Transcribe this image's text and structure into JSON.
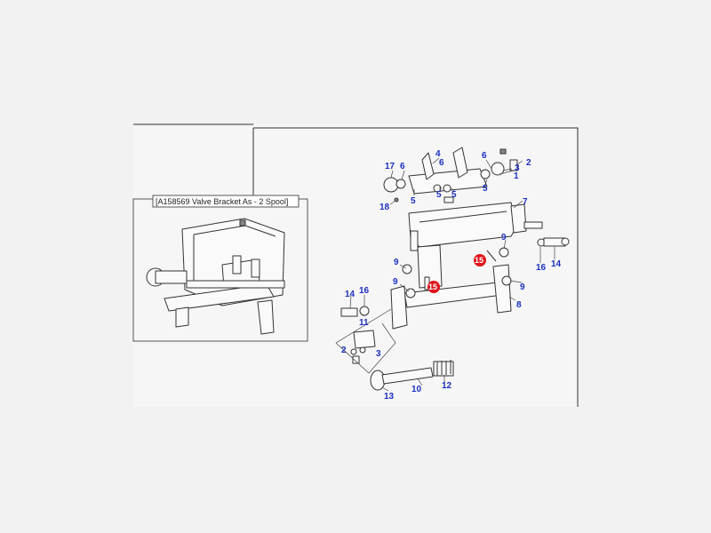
{
  "inset": {
    "caption": "[A158569 Valve Bracket As - 2 Spool]"
  },
  "callouts": [
    {
      "id": "c1",
      "label": "17"
    },
    {
      "id": "c2",
      "label": "6"
    },
    {
      "id": "c3",
      "label": "4"
    },
    {
      "id": "c4",
      "label": "6"
    },
    {
      "id": "c5",
      "label": "6"
    },
    {
      "id": "c6",
      "label": "2"
    },
    {
      "id": "c7",
      "label": "3"
    },
    {
      "id": "c8",
      "label": "1"
    },
    {
      "id": "c9",
      "label": "5"
    },
    {
      "id": "c10",
      "label": "5"
    },
    {
      "id": "c11",
      "label": "5"
    },
    {
      "id": "c12",
      "label": "5"
    },
    {
      "id": "c13",
      "label": "18"
    },
    {
      "id": "c14",
      "label": "7"
    },
    {
      "id": "c15",
      "label": "9"
    },
    {
      "id": "c16",
      "label": "16"
    },
    {
      "id": "c17",
      "label": "14"
    },
    {
      "id": "c18",
      "label": "9"
    },
    {
      "id": "c19",
      "label": "9"
    },
    {
      "id": "c20",
      "label": "9"
    },
    {
      "id": "c21",
      "label": "8"
    },
    {
      "id": "c22",
      "label": "14"
    },
    {
      "id": "c23",
      "label": "16"
    },
    {
      "id": "c24",
      "label": "11"
    },
    {
      "id": "c25",
      "label": "2"
    },
    {
      "id": "c26",
      "label": "3"
    },
    {
      "id": "c27",
      "label": "10"
    },
    {
      "id": "c28",
      "label": "12"
    },
    {
      "id": "c29",
      "label": "13"
    }
  ],
  "highlighted": [
    {
      "id": "h1",
      "label": "15"
    },
    {
      "id": "h2",
      "label": "15"
    }
  ],
  "colors": {
    "callout": "#1a2fbf",
    "highlight": "#e0141c"
  }
}
